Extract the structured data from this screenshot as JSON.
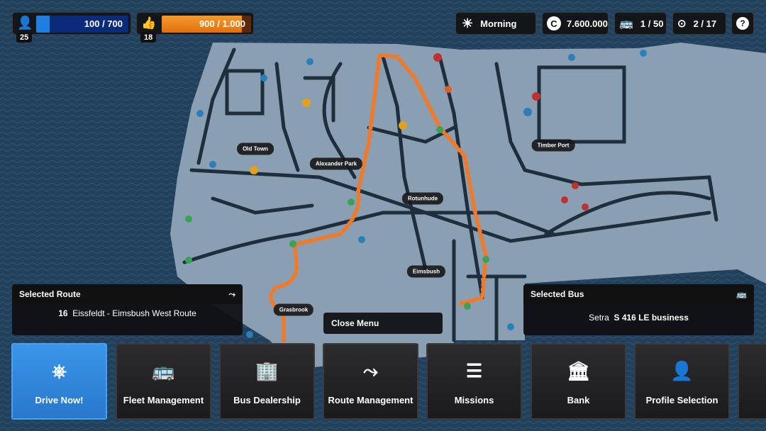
{
  "hud": {
    "drivers": {
      "level": "25",
      "value": "100 / 700",
      "fill": 0.143,
      "icon": "driver-icon",
      "color": "#1e7fe0"
    },
    "reputation": {
      "level": "18",
      "value": "900 / 1.000",
      "fill": 0.9,
      "icon": "thumbs-up-icon",
      "color": "#f08a1c"
    },
    "time_of_day": {
      "icon": "sun-icon",
      "label": "Morning"
    },
    "money": {
      "icon": "coin-icon",
      "label": "7.600.000"
    },
    "buses": {
      "icon": "bus-icon",
      "label": "1 / 50"
    },
    "stops": {
      "icon": "bus-stop-icon",
      "label": "2 / 17"
    },
    "help": {
      "icon": "help-icon",
      "label": "?"
    }
  },
  "map": {
    "labels": [
      "Old Town",
      "Alexander Park",
      "Rotunhude",
      "Timber Port",
      "Eimsbush",
      "Grasbrook"
    ],
    "route_color": "#f07a2a"
  },
  "selected_route": {
    "title": "Selected Route",
    "number": "16",
    "name": "Eissfeldt - Eimsbush West Route",
    "stars": "★★★★★"
  },
  "selected_bus": {
    "title": "Selected Bus",
    "brand": "Setra",
    "model": "S 416 LE business"
  },
  "close_menu": "Close Menu",
  "menu": [
    {
      "label": "Drive Now!",
      "icon": "steering-wheel-icon"
    },
    {
      "label": "Fleet Management",
      "icon": "buses-icon"
    },
    {
      "label": "Bus Dealership",
      "icon": "dealership-icon"
    },
    {
      "label": "Route Management",
      "icon": "route-icon"
    },
    {
      "label": "Missions",
      "icon": "checklist-icon"
    },
    {
      "label": "Bank",
      "icon": "bank-icon"
    },
    {
      "label": "Profile Selection",
      "icon": "profile-icon"
    }
  ]
}
